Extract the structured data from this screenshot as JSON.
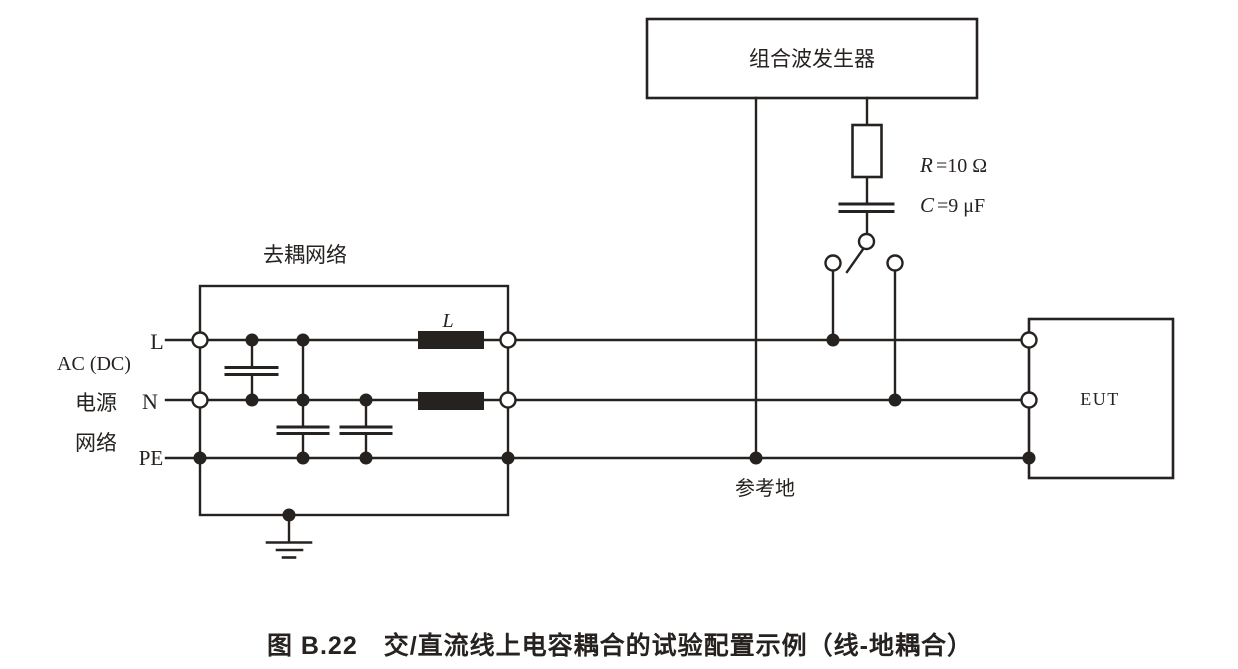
{
  "figure": {
    "caption": "图 B.22　交/直流线上电容耦合的试验配置示例（线-地耦合）",
    "colors": {
      "ink": "#262220",
      "background": "#ffffff"
    },
    "generator": {
      "label": "组合波发生器"
    },
    "coupling": {
      "resistor_symbol": "R",
      "resistor_value": "=10 Ω",
      "capacitor_symbol": "C",
      "capacitor_value": "=9 μF"
    },
    "decoupling_network": {
      "label": "去耦网络",
      "inductor_label": "L"
    },
    "power_source": {
      "line1": "AC (DC)",
      "line2": "电源",
      "line3": "网络"
    },
    "conductors": {
      "l": "L",
      "n": "N",
      "pe": "PE"
    },
    "reference_ground": {
      "label": "参考地"
    },
    "eut": {
      "label": "EUT"
    }
  }
}
